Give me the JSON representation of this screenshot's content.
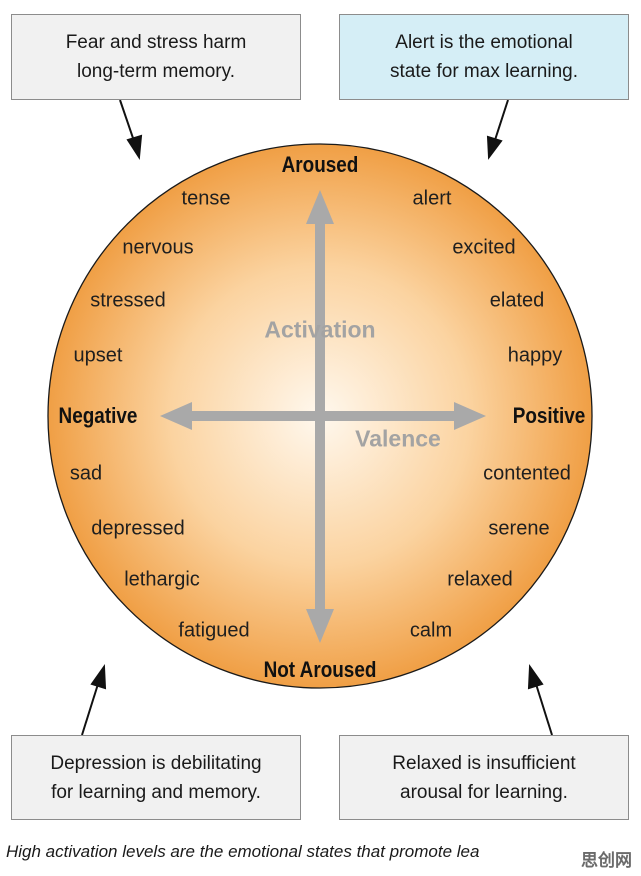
{
  "callouts": {
    "top_left": {
      "line1": "Fear and stress harm",
      "line2": "long-term memory."
    },
    "top_right": {
      "line1": "Alert is the emotional",
      "line2": "state for max learning."
    },
    "bottom_left": {
      "line1": "Depression is debilitating",
      "line2": "for learning and memory."
    },
    "bottom_right": {
      "line1": "Relaxed is insufficient",
      "line2": "arousal for learning."
    }
  },
  "poles": {
    "top": "Aroused",
    "bottom": "Not Aroused",
    "left": "Negative",
    "right": "Positive"
  },
  "axes": {
    "vertical": "Activation",
    "horizontal": "Valence"
  },
  "emotions": {
    "upper_left": [
      "tense",
      "nervous",
      "stressed",
      "upset"
    ],
    "upper_right": [
      "alert",
      "excited",
      "elated",
      "happy"
    ],
    "lower_left": [
      "sad",
      "depressed",
      "lethargic",
      "fatigued"
    ],
    "lower_right": [
      "contented",
      "serene",
      "relaxed",
      "calm"
    ]
  },
  "caption": "High activation levels are the emotional states that promote lea",
  "watermark": "思创网",
  "colors": {
    "circle_center": "#fff7ec",
    "circle_edge": "#f0a24a",
    "axis": "#a9a9a9",
    "callout_cyan": "#d5eef6",
    "callout_gray": "#f1f1f1"
  }
}
